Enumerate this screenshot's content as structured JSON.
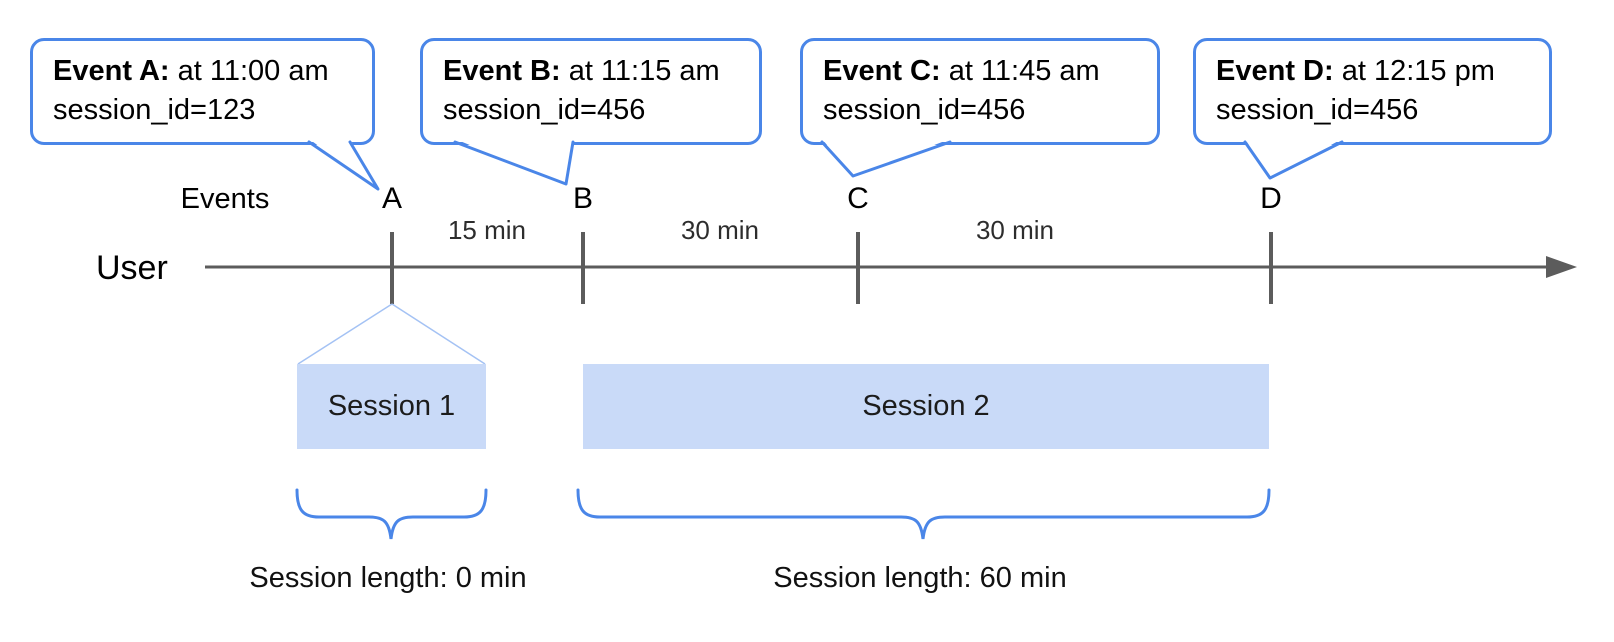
{
  "colors": {
    "callout_border": "#4a86e8",
    "session_fill": "#c9daf8",
    "funnel_line": "#a4c2f4",
    "brace": "#4a86e8",
    "axis": "#5c5c5c"
  },
  "axis": {
    "events_label": "Events",
    "user_label": "User"
  },
  "events": [
    {
      "letter": "A",
      "callout": {
        "label": "Event A:",
        "time": "at 11:00 am",
        "session": "session_id=123"
      }
    },
    {
      "letter": "B",
      "callout": {
        "label": "Event B:",
        "time": "at 11:15 am",
        "session": "session_id=456"
      }
    },
    {
      "letter": "C",
      "callout": {
        "label": "Event C:",
        "time": "at 11:45 am",
        "session": "session_id=456"
      }
    },
    {
      "letter": "D",
      "callout": {
        "label": "Event D:",
        "time": "at 12:15 pm",
        "session": "session_id=456"
      }
    }
  ],
  "intervals": [
    {
      "label": "15 min"
    },
    {
      "label": "30 min"
    },
    {
      "label": "30 min"
    }
  ],
  "sessions": [
    {
      "name": "Session 1",
      "length_label": "Session length: 0 min"
    },
    {
      "name": "Session 2",
      "length_label": "Session length: 60 min"
    }
  ]
}
